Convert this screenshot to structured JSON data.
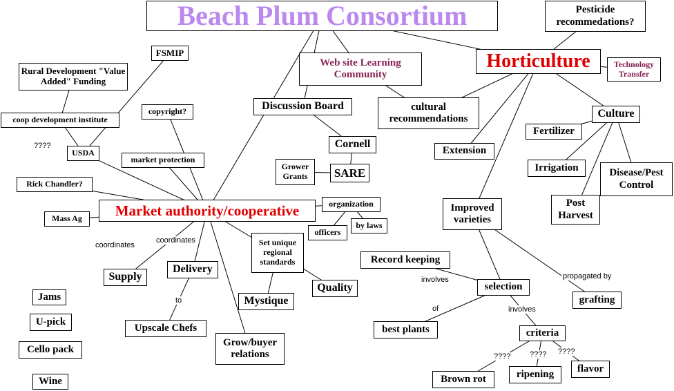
{
  "diagram": {
    "nodes": [
      {
        "id": "title",
        "text": "Beach Plum Consortium",
        "color": "#bb88ee"
      },
      {
        "id": "pesticide",
        "text": "Pesticide recommedations?"
      },
      {
        "id": "horticulture",
        "text": "Horticulture",
        "color": "#e00000"
      },
      {
        "id": "tech_transfer",
        "text": "Technology Transfer",
        "color": "#882255"
      },
      {
        "id": "website",
        "text": "Web site Learning Community",
        "color": "#882255"
      },
      {
        "id": "fsmip",
        "text": "FSMIP"
      },
      {
        "id": "rural_dev",
        "text": "Rural Development \"Value Added\" Funding"
      },
      {
        "id": "coop_inst",
        "text": "coop development institute"
      },
      {
        "id": "usda",
        "text": "USDA"
      },
      {
        "id": "copyright",
        "text": "copyright?"
      },
      {
        "id": "market_prot",
        "text": "market protection"
      },
      {
        "id": "discussion",
        "text": "Discussion Board"
      },
      {
        "id": "cornell",
        "text": "Cornell"
      },
      {
        "id": "grower_grants",
        "text": "Grower Grants"
      },
      {
        "id": "sare",
        "text": "SARE"
      },
      {
        "id": "cultural_rec",
        "text": "cultural recommendations"
      },
      {
        "id": "extension",
        "text": "Extension"
      },
      {
        "id": "culture",
        "text": "Culture"
      },
      {
        "id": "fertilizer",
        "text": "Fertilizer"
      },
      {
        "id": "irrigation",
        "text": "Irrigation"
      },
      {
        "id": "disease",
        "text": "Disease/Pest Control"
      },
      {
        "id": "post_harvest",
        "text": "Post Harvest"
      },
      {
        "id": "rick",
        "text": "Rick Chandler?"
      },
      {
        "id": "mass_ag",
        "text": "Mass Ag"
      },
      {
        "id": "market_auth",
        "text": "Market authority/cooperative",
        "color": "#e00000"
      },
      {
        "id": "organization",
        "text": "organization"
      },
      {
        "id": "officers",
        "text": "officers"
      },
      {
        "id": "bylaws",
        "text": "by laws"
      },
      {
        "id": "improved",
        "text": "Improved varieties"
      },
      {
        "id": "standards",
        "text": "Set unique regional standards"
      },
      {
        "id": "supply",
        "text": "Supply"
      },
      {
        "id": "delivery",
        "text": "Delivery"
      },
      {
        "id": "record",
        "text": "Record keeping"
      },
      {
        "id": "quality",
        "text": "Quality"
      },
      {
        "id": "mystique",
        "text": "Mystique"
      },
      {
        "id": "selection",
        "text": "selection"
      },
      {
        "id": "grafting",
        "text": "grafting"
      },
      {
        "id": "jams",
        "text": "Jams"
      },
      {
        "id": "upick",
        "text": "U-pick"
      },
      {
        "id": "cello",
        "text": "Cello pack"
      },
      {
        "id": "wine",
        "text": "Wine"
      },
      {
        "id": "upscale",
        "text": "Upscale Chefs"
      },
      {
        "id": "growbuyer",
        "text": "Grow/buyer relations"
      },
      {
        "id": "best_plants",
        "text": "best plants"
      },
      {
        "id": "criteria",
        "text": "criteria"
      },
      {
        "id": "brown_rot",
        "text": "Brown rot"
      },
      {
        "id": "ripening",
        "text": "ripening"
      },
      {
        "id": "flavor",
        "text": "flavor"
      }
    ],
    "link_labels": [
      {
        "id": "q_usda",
        "text": "????"
      },
      {
        "id": "coordinates1",
        "text": "coordinates"
      },
      {
        "id": "coordinates2",
        "text": "coordinates"
      },
      {
        "id": "to",
        "text": "to"
      },
      {
        "id": "involves1",
        "text": "involves"
      },
      {
        "id": "of",
        "text": "of"
      },
      {
        "id": "involves2",
        "text": "involves"
      },
      {
        "id": "propagated",
        "text": "propagated by"
      },
      {
        "id": "q_brown",
        "text": "????"
      },
      {
        "id": "q_ripening",
        "text": "????"
      },
      {
        "id": "q_flavor",
        "text": "????"
      }
    ],
    "edges": [
      [
        "title",
        "website"
      ],
      [
        "title",
        "discussion"
      ],
      [
        "title",
        "horticulture"
      ],
      [
        "title",
        "market_auth"
      ],
      [
        "pesticide",
        "horticulture"
      ],
      [
        "horticulture",
        "tech_transfer"
      ],
      [
        "horticulture",
        "cultural_rec"
      ],
      [
        "horticulture",
        "extension"
      ],
      [
        "horticulture",
        "culture"
      ],
      [
        "horticulture",
        "improved"
      ],
      [
        "website",
        "cultural_rec"
      ],
      [
        "fsmip",
        "usda"
      ],
      [
        "rural_dev",
        "coop_inst"
      ],
      [
        "coop_inst",
        "usda"
      ],
      [
        "usda",
        "market_auth"
      ],
      [
        "copyright",
        "market_auth"
      ],
      [
        "market_prot",
        "market_auth"
      ],
      [
        "discussion",
        "cornell"
      ],
      [
        "cornell",
        "sare"
      ],
      [
        "grower_grants",
        "sare"
      ],
      [
        "culture",
        "fertilizer"
      ],
      [
        "culture",
        "irrigation"
      ],
      [
        "culture",
        "disease"
      ],
      [
        "culture",
        "post_harvest"
      ],
      [
        "rick",
        "market_auth"
      ],
      [
        "mass_ag",
        "market_auth"
      ],
      [
        "market_auth",
        "organization"
      ],
      [
        "organization",
        "officers"
      ],
      [
        "organization",
        "bylaws"
      ],
      [
        "market_auth",
        "standards"
      ],
      [
        "market_auth",
        "supply"
      ],
      [
        "market_auth",
        "delivery"
      ],
      [
        "market_auth",
        "growbuyer"
      ],
      [
        "standards",
        "mystique"
      ],
      [
        "standards",
        "quality"
      ],
      [
        "delivery",
        "upscale"
      ],
      [
        "improved",
        "selection"
      ],
      [
        "improved",
        "grafting"
      ],
      [
        "record",
        "selection"
      ],
      [
        "selection",
        "best_plants"
      ],
      [
        "selection",
        "criteria"
      ],
      [
        "criteria",
        "brown_rot"
      ],
      [
        "criteria",
        "ripening"
      ],
      [
        "criteria",
        "flavor"
      ]
    ]
  }
}
